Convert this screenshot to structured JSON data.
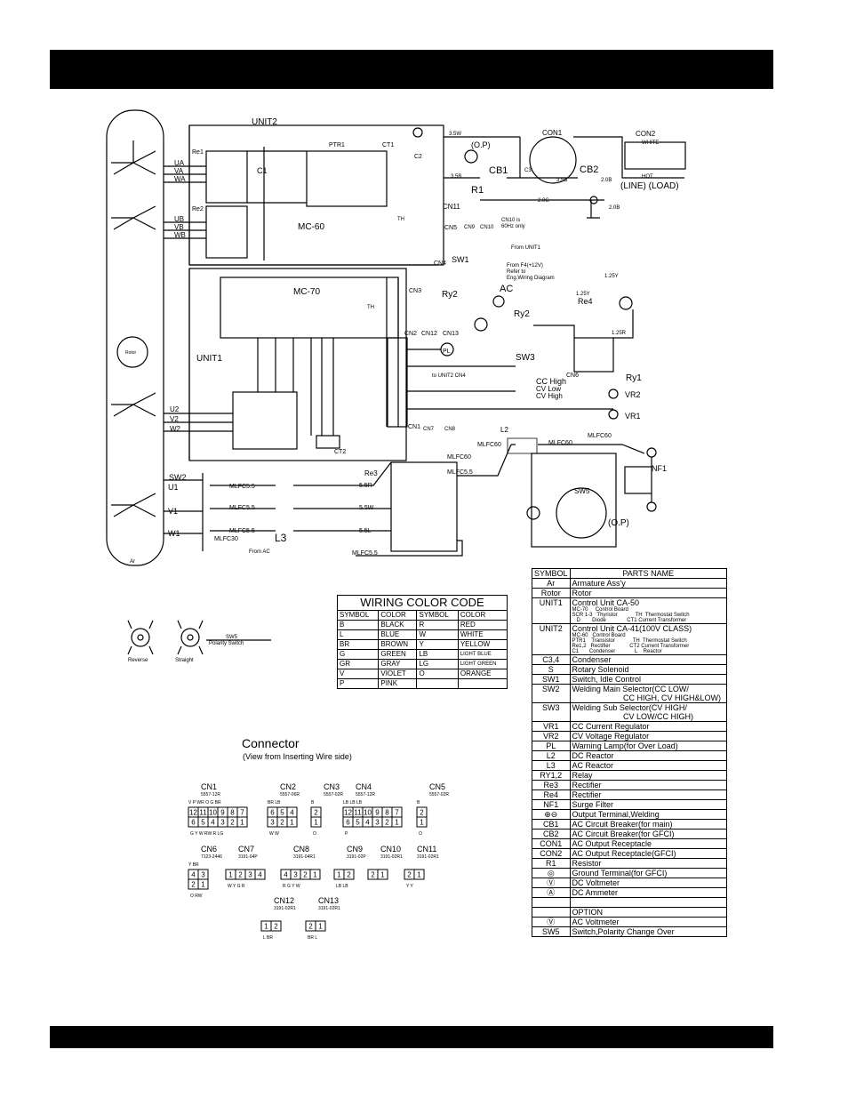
{
  "schematic": {
    "labels": {
      "unit2": "UNIT2",
      "unit1": "UNIT1",
      "mc60": "MC-60",
      "mc70": "MC-70",
      "rotor": "Rotor",
      "armature": "Ar",
      "re1": "Re1",
      "re2": "Re2",
      "re3": "Re3",
      "re4": "Re4",
      "ptr1": "PTR1",
      "ct1": "CT1",
      "ct2": "CT2",
      "c1": "C1",
      "c2": "C2",
      "c3": "C3",
      "con1": "CON1",
      "con2": "CON2",
      "con2_white": "WHITE",
      "con2_hot": "HOT",
      "line_load": "(LINE) (LOAD)",
      "cb1": "CB1",
      "cb2": "CB2",
      "r1": "R1",
      "op": "(O.P)",
      "op2": "(O.P)",
      "cn11": "CN11",
      "cn5": "CN5",
      "cn9": "CN9",
      "cn10": "CN10",
      "cn4": "CN4",
      "cn3": "CN3",
      "cn2": "CN2",
      "cn12": "CN12",
      "cn13": "CN13",
      "cn1": "CN1",
      "cn7": "CN7",
      "cn8": "CN8",
      "cn6": "CN6",
      "cn10_note": "CN10 is\n60Hz only",
      "from_unit1": "From UNIT1",
      "from_f4": "From F4(+12V)\nRefer to\nEng.Wiring Diagram",
      "sw1": "SW1",
      "sw2": "SW2",
      "sw3": "SW3",
      "sw5": "SW5",
      "ry1": "Ry1",
      "ry2a": "Ry2",
      "ry2b": "Ry2",
      "vr1": "VR1",
      "vr2": "VR2",
      "nf1": "NF1",
      "l2": "L2",
      "l3": "L3",
      "ac": "AC",
      "pl": "PL",
      "th1": "TH",
      "th2": "TH",
      "to_unit2": "to UNIT2 CN4",
      "cc_high": "CC High",
      "cv_low": "CV Low",
      "cv_high": "CV High",
      "ua": "UA",
      "va": "VA",
      "wa": "WA",
      "ub": "UB",
      "vb": "VB",
      "wb": "WB",
      "u2": "U2",
      "v2": "V2",
      "w2": "W2",
      "u1": "U1",
      "v1": "V1",
      "w1": "W1",
      "mlfc60a": "MLFC60",
      "mlfc60b": "MLFC60",
      "mlfc60c": "MLFC60",
      "mlfc60d": "MLFC60",
      "mlfc55a": "MLFC5.5",
      "mlfc55b": "MLFC5.5",
      "mlfc55c": "MLFC5.5",
      "mlfc55d": "MLFC5.5",
      "mlfc55e": "MLFC5.5",
      "mlfc30": "MLFC30",
      "w55r": "5.5R",
      "w55w": "5.5W",
      "w55l": "5.5L",
      "w35w": "3.5W",
      "w35b": "3.5B",
      "w35b2": "3.5B",
      "w20g": "2.0G",
      "w20b": "2.0B",
      "w20b2": "2.0B",
      "w20g2": "2.0G",
      "w125y": "1.25Y",
      "w125y2": "1.25Y",
      "w125r": "1.25R",
      "from_ac": "From AC"
    },
    "polarity": {
      "reverse": "Reverse",
      "straight": "Straight",
      "sw5": "SW5",
      "switch": "Polarity Switch"
    }
  },
  "wiring_color_code": {
    "title": "WIRING COLOR CODE",
    "headers": [
      "SYMBOL",
      "COLOR",
      "SYMBOL",
      "COLOR"
    ],
    "rows": [
      [
        "B",
        "BLACK",
        "R",
        "RED"
      ],
      [
        "L",
        "BLUE",
        "W",
        "WHITE"
      ],
      [
        "BR",
        "BROWN",
        "Y",
        "YELLOW"
      ],
      [
        "G",
        "GREEN",
        "LB",
        "LIGHT BLUE"
      ],
      [
        "GR",
        "GRAY",
        "LG",
        "LIGHT GREEN"
      ],
      [
        "V",
        "VIOLET",
        "O",
        "ORANGE"
      ],
      [
        "P",
        "PINK",
        "",
        ""
      ]
    ]
  },
  "connector": {
    "title": "Connector",
    "subtitle": "(View from Inserting Wire side)",
    "items": [
      {
        "name": "CN1",
        "part": "5557-12R",
        "top": [
          "12",
          "11",
          "10",
          "9",
          "8",
          "7"
        ],
        "bottom": [
          "6",
          "5",
          "4",
          "3",
          "2",
          "1"
        ],
        "wires_top": "V  P WR  O  G  BR",
        "wires_bottom": "G  Y  W RW  R  LG"
      },
      {
        "name": "CN2",
        "part": "5557-06R",
        "top": [
          "6",
          "5",
          "4"
        ],
        "bottom": [
          "3",
          "2",
          "1"
        ],
        "wires_top": "BR  LB",
        "wires_bottom": "W  W"
      },
      {
        "name": "CN3",
        "part": "5557-02R",
        "top": [
          "2"
        ],
        "bottom": [
          "1"
        ],
        "wires_top": "B",
        "wires_bottom": "O"
      },
      {
        "name": "CN4",
        "part": "5557-12R",
        "top": [
          "12",
          "11",
          "10",
          "9",
          "8",
          "7"
        ],
        "bottom": [
          "6",
          "5",
          "4",
          "3",
          "2",
          "1"
        ],
        "wires_top": "LB LB       LB",
        "wires_bottom": "P"
      },
      {
        "name": "CN5",
        "part": "5557-02R",
        "top": [
          "2"
        ],
        "bottom": [
          "1"
        ],
        "wires_top": "B",
        "wires_bottom": "O"
      },
      {
        "name": "CN6",
        "part": "7123-2446",
        "top": [
          "4",
          "3"
        ],
        "bottom": [
          "2",
          "1"
        ],
        "wires_top": "Y  BR",
        "wires_bottom": "O  RW"
      },
      {
        "name": "CN7",
        "part": "3191-04P",
        "top": [
          "1",
          "2",
          "3",
          "4"
        ],
        "bottom": [],
        "wires_top": "",
        "wires_bottom": "W  Y  G  R"
      },
      {
        "name": "CN8",
        "part": "3191-04R1",
        "top": [
          "4",
          "3",
          "2",
          "1"
        ],
        "bottom": [],
        "wires_top": "",
        "wires_bottom": "R  G  Y  W"
      },
      {
        "name": "CN9",
        "part": "3191-02P",
        "top": [
          "1",
          "2"
        ],
        "bottom": [],
        "wires_top": "",
        "wires_bottom": "LB LB"
      },
      {
        "name": "CN10",
        "part": "3191-02R1",
        "top": [
          "2",
          "1"
        ],
        "bottom": [],
        "wires_top": "",
        "wires_bottom": ""
      },
      {
        "name": "CN11",
        "part": "3191-02R1",
        "top": [
          "2",
          "1"
        ],
        "bottom": [],
        "wires_top": "",
        "wires_bottom": "Y  Y"
      },
      {
        "name": "CN12",
        "part": "3191-02R1",
        "top": [
          "1",
          "2"
        ],
        "bottom": [],
        "wires_top": "",
        "wires_bottom": "L  BR"
      },
      {
        "name": "CN13",
        "part": "3191-02R1",
        "top": [
          "2",
          "1"
        ],
        "bottom": [],
        "wires_top": "",
        "wires_bottom": "BR  L"
      }
    ]
  },
  "parts": {
    "headers": [
      "SYMBOL",
      "PARTS NAME"
    ],
    "rows": [
      {
        "symbol": "Ar",
        "name": "Armature Ass'y"
      },
      {
        "symbol": "Rotor",
        "name": "Rotor"
      },
      {
        "symbol": "UNIT1",
        "name": "Control Unit CA-50",
        "sub": "MC-70     Control Board\nSCR 1-3   Thyristor            TH  Thermostat Switch\n   D        Diode              CT1 Current Transformer"
      },
      {
        "symbol": "UNIT2",
        "name": "Control Unit CA-41(100V CLASS)",
        "sub": "MC-60   Control Board\nPTR1    Transistor            TH  Thermostat Switch\nRe1,2   Rectifier             CT2 Current Transformer\nC1       Condenser             L    Reactor"
      },
      {
        "symbol": "C3,4",
        "name": "Condenser"
      },
      {
        "symbol": "S",
        "name": "Rotary Solenoid"
      },
      {
        "symbol": "SW1",
        "name": "Switch, Idle Control"
      },
      {
        "symbol": "SW2",
        "name": "Welding Main Selector(CC LOW/\n                       CC HIGH, CV HIGH&LOW)"
      },
      {
        "symbol": "SW3",
        "name": "Welding Sub Selector(CV HIGH/\n                       CV LOW/CC HIGH)"
      },
      {
        "symbol": "VR1",
        "name": "CC Current Regulator"
      },
      {
        "symbol": "VR2",
        "name": "CV Voltage Regulator"
      },
      {
        "symbol": "PL",
        "name": "Warning Lamp(for Over Load)"
      },
      {
        "symbol": "L2",
        "name": "DC Reactor"
      },
      {
        "symbol": "L3",
        "name": "AC Reactor"
      },
      {
        "symbol": "RY1,2",
        "name": "Relay"
      },
      {
        "symbol": "Re3",
        "name": "Rectifier"
      },
      {
        "symbol": "Re4",
        "name": "Rectifier"
      },
      {
        "symbol": "NF1",
        "name": "Surge Filter"
      },
      {
        "symbol": "⊕⊖",
        "name": "Output Terminal,Welding"
      },
      {
        "symbol": "CB1",
        "name": "AC Circuit Breaker(for main)"
      },
      {
        "symbol": "CB2",
        "name": "AC Circuit Breaker(for GFCI)"
      },
      {
        "symbol": "CON1",
        "name": "AC Output Receptacle"
      },
      {
        "symbol": "CON2",
        "name": "AC Output Receptacle(GFCI)"
      },
      {
        "symbol": "R1",
        "name": "Resistor"
      },
      {
        "symbol": "◎",
        "name": "Ground Terminal(for GFCI)"
      },
      {
        "symbol": "Ⓥ",
        "name": "DC Voltmeter"
      },
      {
        "symbol": "Ⓐ",
        "name": "DC Ammeter"
      },
      {
        "symbol": "",
        "name": ""
      },
      {
        "symbol": "",
        "name": "OPTION"
      },
      {
        "symbol": "Ⓥ",
        "name": "AC Voltmeter"
      },
      {
        "symbol": "SW5",
        "name": "Switch,Polarity Change Over"
      }
    ]
  }
}
